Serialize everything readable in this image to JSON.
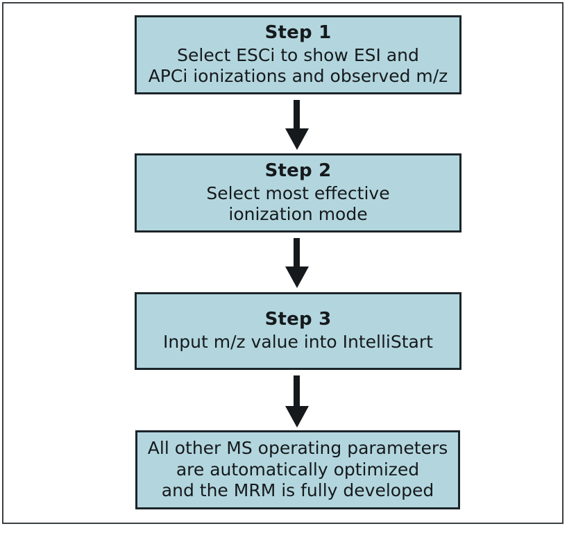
{
  "figure": {
    "type": "flowchart",
    "orientation": "vertical-top-to-bottom",
    "background_color": "#ffffff",
    "frame_color": "#3a3f42",
    "node_fill_color": "#b3d6de",
    "node_border_color": "#1b2429",
    "text_color": "#15191c",
    "arrow_color": "#15191c"
  },
  "nodes": [
    {
      "id": "step1",
      "title": "Step 1",
      "lines": [
        "Select ESCi to show ESI and",
        "APCi ionizations and observed m/z"
      ]
    },
    {
      "id": "step2",
      "title": "Step 2",
      "lines": [
        "Select most effective",
        "ionization mode"
      ]
    },
    {
      "id": "step3",
      "title": "Step 3",
      "lines": [
        "Input m/z value into IntelliStart"
      ]
    },
    {
      "id": "outcome",
      "title": "",
      "lines": [
        "All other MS operating parameters",
        "are automatically optimized",
        "and the MRM is fully developed"
      ]
    }
  ],
  "connectors": [
    {
      "id": "arrow-1",
      "from": "step1",
      "to": "step2",
      "icon": "down-arrow-icon"
    },
    {
      "id": "arrow-2",
      "from": "step2",
      "to": "step3",
      "icon": "down-arrow-icon"
    },
    {
      "id": "arrow-3",
      "from": "step3",
      "to": "outcome",
      "icon": "down-arrow-icon"
    }
  ]
}
